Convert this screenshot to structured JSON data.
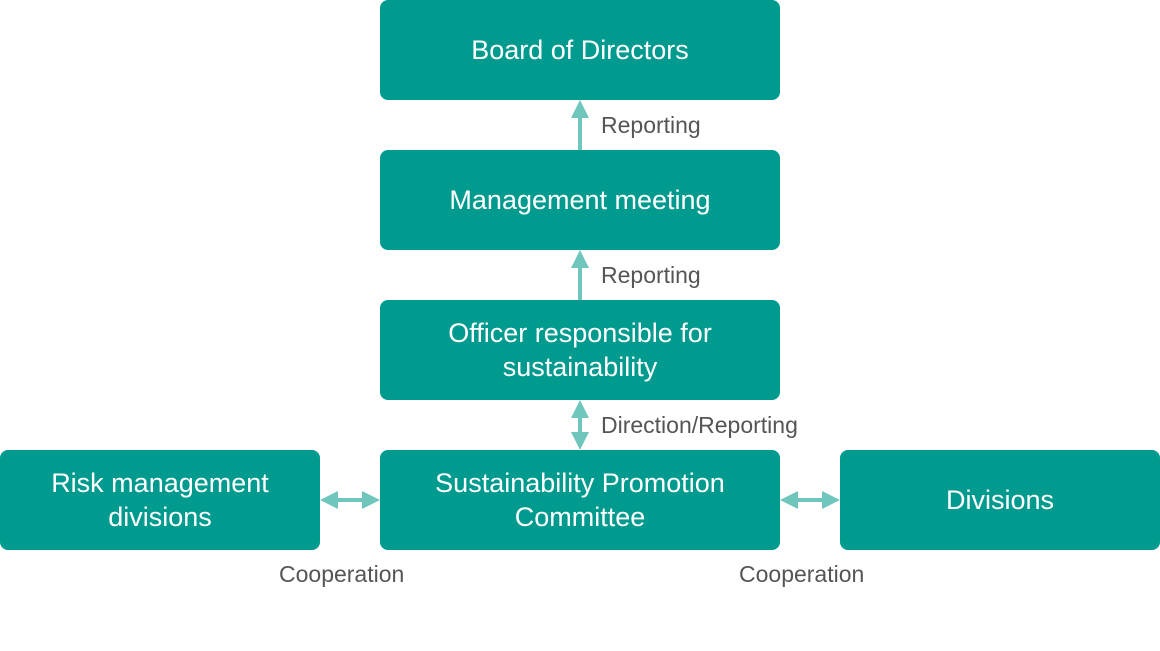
{
  "boxes": {
    "board": "Board of Directors",
    "management": "Management meeting",
    "officer": "Officer responsible for\nsustainability",
    "committee": "Sustainability Promotion\nCommittee",
    "risk": "Risk management\ndivisions",
    "divisions": "Divisions"
  },
  "labels": {
    "reporting_1": "Reporting",
    "reporting_2": "Reporting",
    "direction_reporting": "Direction/Reporting",
    "cooperation_left": "Cooperation",
    "cooperation_right": "Cooperation"
  },
  "colors": {
    "box_fill": "#009a8e",
    "box_text": "#ffffff",
    "arrow": "#6ec6bd",
    "label_text": "#555555"
  }
}
